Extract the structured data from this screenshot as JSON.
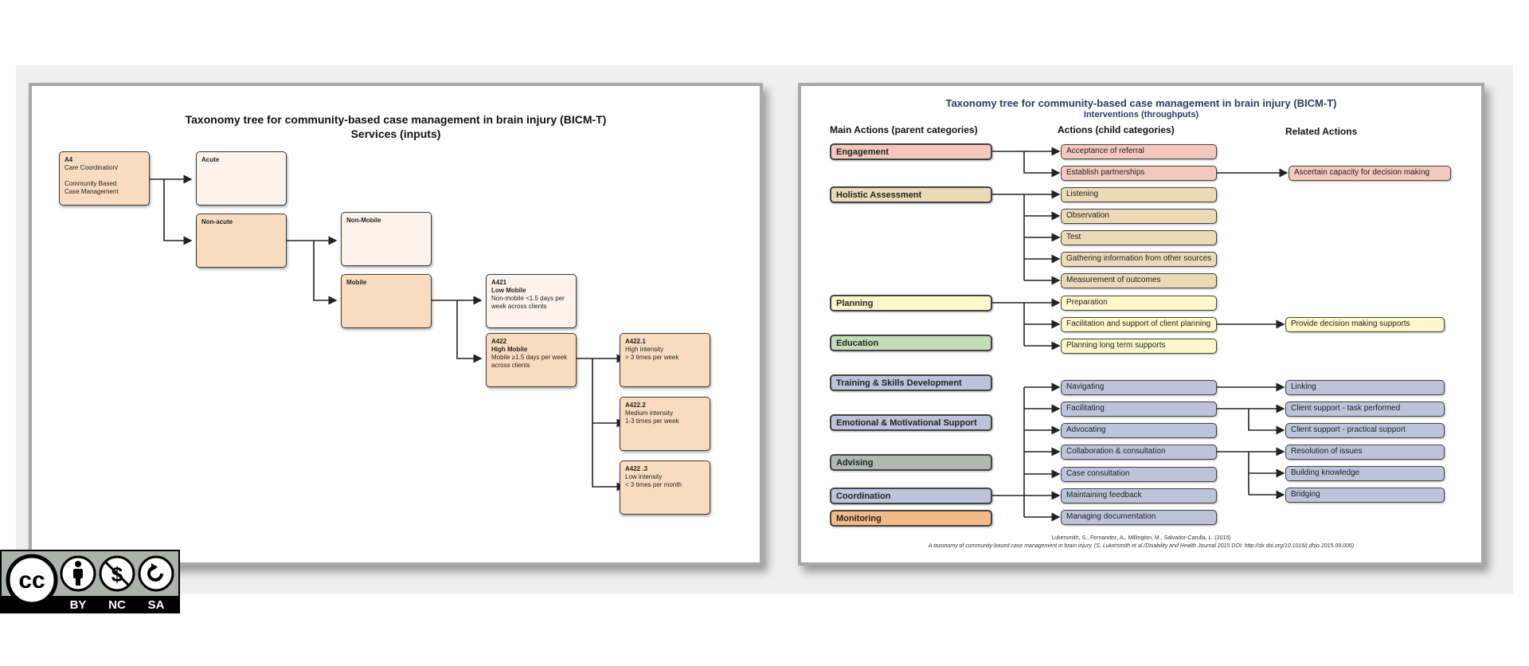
{
  "left": {
    "title": "Taxonomy tree for community-based case management in brain injury (BICM-T)",
    "subtitle": "Services (inputs)",
    "a4": {
      "code": "A4",
      "l1": "Care Coordination/",
      "l2": "Community Based",
      "l3": "Case Management"
    },
    "acute": {
      "label": "Acute"
    },
    "nonacute": {
      "label": "Non-acute"
    },
    "nonmobile": {
      "label": "Non-Mobile"
    },
    "mobile": {
      "label": "Mobile"
    },
    "a421": {
      "code": "A421",
      "name": "Low Mobile",
      "desc": "Non-mobile <1.5 days per week across clients"
    },
    "a422": {
      "code": "A422",
      "name": "High Mobile",
      "desc": "Mobile ≥1.5 days per week across clients"
    },
    "a4221": {
      "code": "A422.1",
      "l1": "High intensity",
      "l2": "> 3 times per week"
    },
    "a4222": {
      "code": "A422.2",
      "l1": "Medium intensity",
      "l2": "1-3 times per week"
    },
    "a4223": {
      "code": "A422 .3",
      "l1": "Low intensity",
      "l2": "< 3 times per month"
    }
  },
  "right": {
    "title": "Taxonomy tree for community-based case management in brain injury (BICM-T)",
    "subtitle": "Interventions (throughputs)",
    "headers": {
      "main": "Main Actions (parent categories)",
      "child": "Actions (child categories)",
      "related": "Related Actions"
    },
    "parents": [
      "Engagement",
      "Holistic Assessment",
      "Planning",
      "Education",
      "Training & Skills Development",
      "Emotional & Motivational Support",
      "Advising",
      "Coordination",
      "Monitoring"
    ],
    "children": [
      "Acceptance of referral",
      "Establish partnerships",
      "Listening",
      "Observation",
      "Test",
      "Gathering information from other sources",
      "Measurement of outcomes",
      "Preparation",
      "Facilitation and support of client planning",
      "Planning long term supports",
      "Navigating",
      "Facilitating",
      "Advocating",
      "Collaboration & consultation",
      "Case consultation",
      "Maintaining feedback",
      "Managing documentation"
    ],
    "related": [
      "Ascertain capacity for decision making",
      "Provide decision making supports",
      "Linking",
      "Client support - task performed",
      "Client support - practical support",
      "Resolution of issues",
      "Building knowledge",
      "Bridging"
    ],
    "citation1": "Lukersmith, S., Fernandez, A., Millington, M., Salvador-Carulla, L. (2015)",
    "citation2": "A taxonomy of community-based case management in brain injury. (S. Lukersmith et al./Disability and Health Journal 2015 DOI: http://dx.doi.org/10.1016/j.dhjo.2015.09.006)"
  },
  "license": {
    "by": "BY",
    "nc": "NC",
    "sa": "SA",
    "cc": "cc"
  },
  "colors": {
    "engagement": "#f4c9bd",
    "assessment": "#ecd9b6",
    "planning": "#fdf7c9",
    "education": "#c4ddb9",
    "coordination": "#bcc3da",
    "advising": "#b1b8b4",
    "monitoring": "#f5b887"
  }
}
